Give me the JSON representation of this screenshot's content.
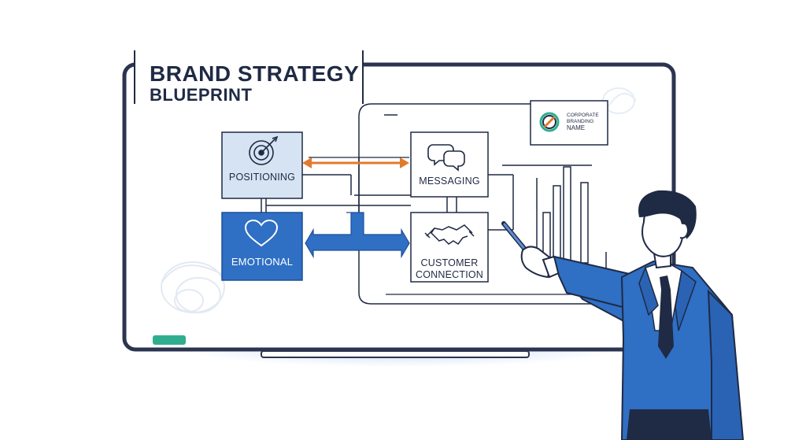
{
  "title": {
    "line1": "BRAND STRATEGY",
    "line2": "BLUEPRINT"
  },
  "nodes": {
    "positioning": "POSITIONING",
    "messaging": "MESSAGING",
    "emotional": "EMOTIONAL",
    "customer_connection": [
      "CUSTOMER",
      "CONNECTION"
    ]
  },
  "logo_card": {
    "lines": [
      "CORPORATE",
      "BRANDING",
      "NAME"
    ]
  },
  "colors": {
    "navy": "#1f2a44",
    "blue": "#2f6fc4",
    "light_blue_fill": "#d6e3f3",
    "orange": "#e07b2e",
    "teal": "#2fae8f",
    "suit_blue": "#2f6fc4"
  },
  "icons": [
    "target-icon",
    "speech-bubbles-icon",
    "heart-icon",
    "handshake-icon",
    "pen-icon"
  ]
}
